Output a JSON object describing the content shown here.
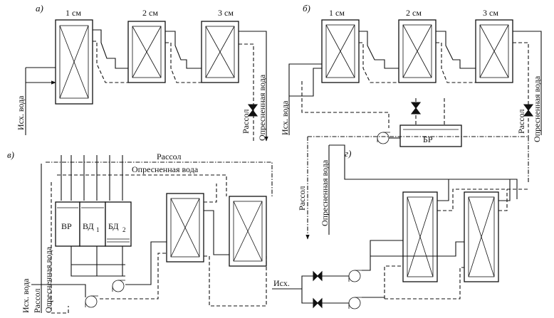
{
  "colors": {
    "ink": "#111111",
    "background": "#ffffff"
  },
  "panel_a": {
    "tag": "а)",
    "stages": [
      "1 см",
      "2 см",
      "3 см"
    ],
    "inlet": "Исх. вода",
    "brine": "Рассол",
    "product": "Опресненная вода"
  },
  "panel_b": {
    "tag": "б)",
    "stages": [
      "1 см",
      "2 см",
      "3 см"
    ],
    "inlet": "Исх. вода",
    "brine": "Рассол",
    "product": "Опресненная вода",
    "tank": "БР"
  },
  "panel_v": {
    "tag": "в)",
    "brine": "Рассол",
    "product": "Опресненная вода",
    "inlet": "Исх. вода",
    "brine_vertical": "Рассол",
    "product_vertical": "Опресненная вода",
    "tank_vr": "ВР",
    "tank_vd1": "ВД",
    "tank_vd1_sub": "1",
    "tank_bd2": "БД",
    "tank_bd2_sub": "2"
  },
  "panel_g": {
    "tag": "г)",
    "brine": "Рассол",
    "product": "Опресненная вода",
    "inlet": "Исх."
  }
}
